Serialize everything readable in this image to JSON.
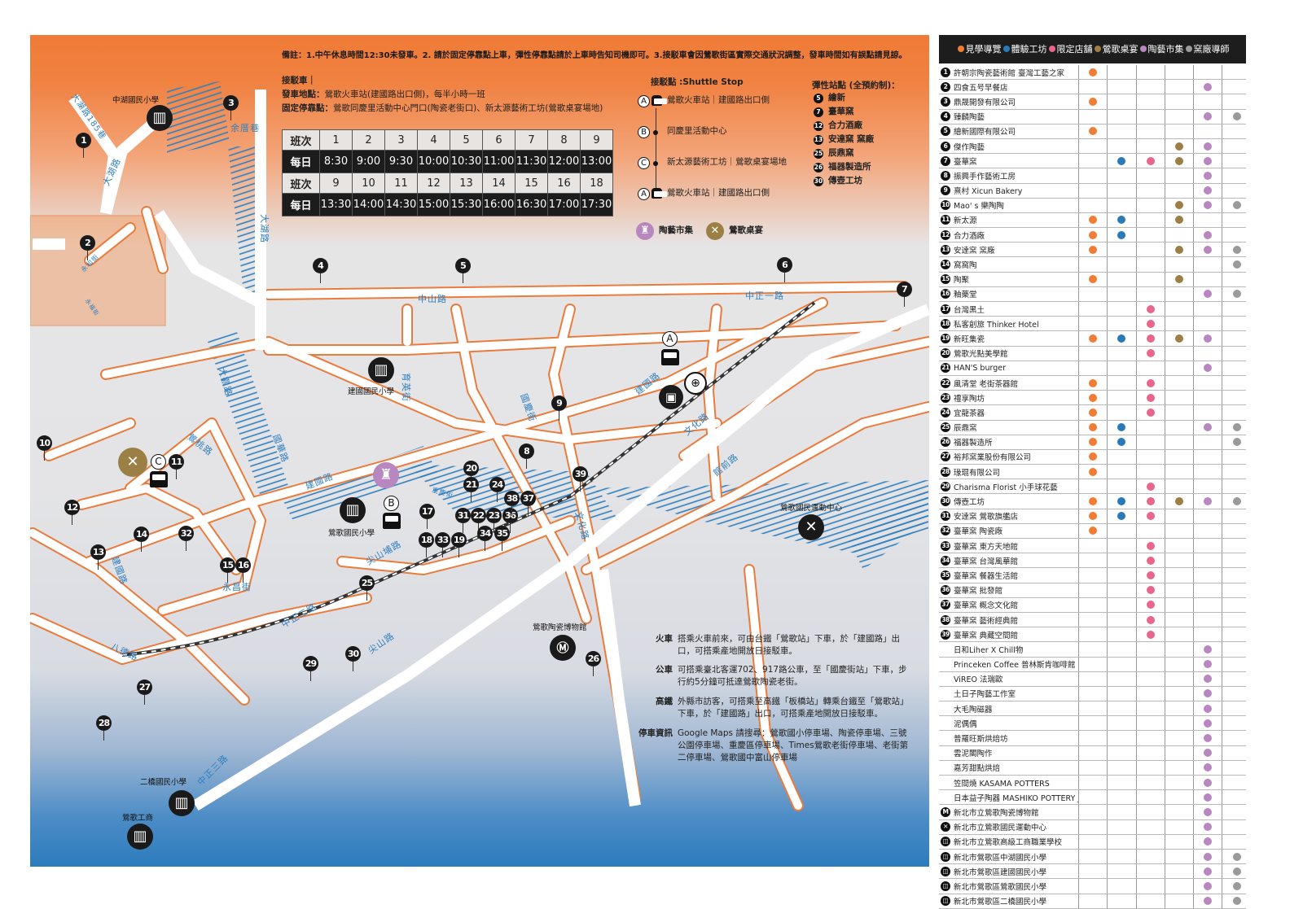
{
  "colors": {
    "orange": "#f07c35",
    "blue": "#2a7ab8",
    "pink": "#e8658c",
    "gold": "#9b7f45",
    "violet": "#b887c0",
    "gray": "#9a9a9a"
  },
  "notice": "備註：1.中午休息時間12:30未發車。2. 請於固定停靠點上車，彈性停靠點請於上車時告知司機即可。3.接駁車會因鶯歌街區實際交通狀況調整，發車時間如有誤點請見諒。",
  "shuttle": {
    "title": "接駁車｜",
    "depart_label": "發車地點：",
    "depart": "鶯歌火車站(建國路出口側)，每半小時一班",
    "fixed_label": "固定停靠點：",
    "fixed": "鶯歌同慶里活動中心門口(陶瓷老街口)、新太源藝術工坊(鶯歌桌宴場地)",
    "schedule": {
      "row_label": "班次",
      "day_label": "每日",
      "runs1": [
        "1",
        "2",
        "3",
        "4",
        "5",
        "6",
        "7",
        "8",
        "9"
      ],
      "times1": [
        "8:30",
        "9:00",
        "9:30",
        "10:00",
        "10:30",
        "11:00",
        "11:30",
        "12:00",
        "13:00"
      ],
      "runs2": [
        "9",
        "10",
        "11",
        "12",
        "13",
        "14",
        "15",
        "16",
        "18"
      ],
      "times2": [
        "13:30",
        "14:00",
        "14:30",
        "15:00",
        "15:30",
        "16:00",
        "16:30",
        "17:00",
        "17:30"
      ]
    },
    "stops_title": "接駁點 :Shuttle Stop",
    "stops": [
      {
        "letter": "A",
        "name": "鶯歌火車站｜建國路出口側"
      },
      {
        "letter": "B",
        "name": "同慶里活動中心"
      },
      {
        "letter": "C",
        "name": "新太源藝術工坊｜鶯歌桌宴場地"
      },
      {
        "letter": "A",
        "name": "鶯歌火車站｜建國路出口側"
      }
    ],
    "flex_title": "彈性站點 (全預約制)：",
    "flex": [
      {
        "n": "5",
        "name": "繪新"
      },
      {
        "n": "7",
        "name": "臺華窯"
      },
      {
        "n": "12",
        "name": "合力酒廠"
      },
      {
        "n": "13",
        "name": "安達窯 窯廠"
      },
      {
        "n": "25",
        "name": "辰鼎窯"
      },
      {
        "n": "26",
        "name": "福器製造所"
      },
      {
        "n": "30",
        "name": "傳壺工坊"
      }
    ],
    "legend_market": "陶藝市集",
    "legend_banquet": "鶯歌桌宴"
  },
  "markers": [
    "1",
    "2",
    "3",
    "4",
    "5",
    "6",
    "7",
    "8",
    "9",
    "10",
    "11",
    "12",
    "13",
    "14",
    "15",
    "16",
    "17",
    "18",
    "19",
    "20",
    "21",
    "22",
    "23",
    "24",
    "25",
    "26",
    "27",
    "28",
    "29",
    "30",
    "31",
    "32",
    "33",
    "34",
    "35",
    "36",
    "37",
    "38",
    "39"
  ],
  "places": {
    "zhonghu": "中湖國民小學",
    "jianguo": "建國國民小學",
    "yingge": "鶯歌國民小學",
    "museum": "鶯歌陶瓷博物館",
    "sports": "鶯歌國民運動中心",
    "erqiao": "二橋國民小學",
    "vocational": "鶯歌工商"
  },
  "streets": {
    "dahu185": "大湖路185巷",
    "dahu": "大湖路",
    "yucuo": "余厝巷",
    "yonghe": "永和街",
    "yongfu": "永福街",
    "zhongshan": "中山路",
    "zhongzheng1": "中正一路",
    "daguan": "大觀路",
    "yuying": "育英街",
    "guoqing": "國慶街",
    "jianguo": "建國路",
    "wenhua": "文化路",
    "guanqian": "館前路",
    "yingtao": "鶯桃路",
    "guohua": "國華路",
    "chongqing": "重慶街",
    "jianshanpu": "尖山埔路",
    "yongchang": "永昌街",
    "zhongzheng2": "中正二路",
    "bade": "八德路",
    "jianshan": "尖山路",
    "zhongzheng3": "中正三路"
  },
  "transport": [
    {
      "label": "火車",
      "text": "搭乘火車前來，可由台鐵「鶯歌站」下車，於「建國路」出口，可搭乘產地開放日接駁車。"
    },
    {
      "label": "公車",
      "text": "可搭乘臺北客運702、917路公車，至「國慶街站」下車，步行約5分鐘可抵達鶯歌陶瓷老街。"
    },
    {
      "label": "高鐵",
      "text": "外縣市訪客，可搭乘至高鐵「板橋站」轉乘台鐵至「鶯歌站」下車，於「建國路」出口，可搭乘產地開放日接駁車。"
    },
    {
      "label": "停車資訊",
      "text": "Google Maps 請搜尋：鶯歌國小停車場、陶瓷停車場、三號公園停車場、重慶區停車場、Times鶯歌老街停車場、老街第二停車場、鶯歌國中富山停車場"
    }
  ],
  "legend": [
    {
      "label": "見學導覽",
      "color": "#f07c35"
    },
    {
      "label": "體驗工坊",
      "color": "#2a7ab8"
    },
    {
      "label": "限定店舖",
      "color": "#e8658c"
    },
    {
      "label": "鶯歌桌宴",
      "color": "#9b7f45"
    },
    {
      "label": "陶藝市集",
      "color": "#b887c0"
    },
    {
      "label": "窯廠導師",
      "color": "#9a9a9a"
    }
  ],
  "rows": [
    {
      "num": "1",
      "name": "許朝宗陶瓷藝術館 臺灣工藝之家",
      "dots": [
        1,
        0,
        0,
        0,
        0,
        0
      ]
    },
    {
      "num": "2",
      "name": "四食五号早餐店",
      "dots": [
        0,
        0,
        0,
        0,
        1,
        0
      ]
    },
    {
      "num": "3",
      "name": "鼎晟開發有限公司",
      "dots": [
        1,
        0,
        0,
        0,
        0,
        0
      ]
    },
    {
      "num": "4",
      "name": "臻麟陶藝",
      "dots": [
        0,
        0,
        0,
        0,
        1,
        1
      ]
    },
    {
      "num": "5",
      "name": "繪新國際有限公司",
      "dots": [
        1,
        0,
        0,
        0,
        0,
        0
      ]
    },
    {
      "num": "6",
      "name": "傑作陶藝",
      "dots": [
        0,
        0,
        0,
        1,
        1,
        0
      ]
    },
    {
      "num": "7",
      "name": "臺華窯",
      "dots": [
        0,
        1,
        1,
        1,
        1,
        0
      ]
    },
    {
      "num": "8",
      "name": "振興手作藝術工房",
      "dots": [
        0,
        0,
        0,
        0,
        1,
        0
      ]
    },
    {
      "num": "9",
      "name": "熹村 Xicun Bakery",
      "dots": [
        0,
        0,
        0,
        0,
        1,
        0
      ]
    },
    {
      "num": "10",
      "name": "Mao' s 樂陶陶",
      "dots": [
        0,
        0,
        0,
        1,
        1,
        1
      ]
    },
    {
      "num": "11",
      "name": "新太源",
      "dots": [
        1,
        1,
        0,
        1,
        0,
        0
      ]
    },
    {
      "num": "12",
      "name": "合力酒廠",
      "dots": [
        1,
        1,
        0,
        0,
        1,
        0
      ]
    },
    {
      "num": "13",
      "name": "安達窯 窯廠",
      "dots": [
        1,
        0,
        0,
        1,
        1,
        1
      ]
    },
    {
      "num": "14",
      "name": "窩窩陶",
      "dots": [
        0,
        0,
        0,
        0,
        0,
        1
      ]
    },
    {
      "num": "15",
      "name": "陶聚",
      "dots": [
        1,
        0,
        0,
        1,
        0,
        0
      ]
    },
    {
      "num": "16",
      "name": "釉藥堂",
      "dots": [
        0,
        0,
        0,
        0,
        1,
        1
      ]
    },
    {
      "num": "17",
      "name": "台灣黑土",
      "dots": [
        0,
        0,
        1,
        0,
        0,
        0
      ]
    },
    {
      "num": "18",
      "name": "私客創旅 Thinker Hotel",
      "dots": [
        0,
        0,
        1,
        0,
        0,
        0
      ]
    },
    {
      "num": "19",
      "name": "新旺集瓷",
      "dots": [
        1,
        1,
        1,
        1,
        1,
        0
      ]
    },
    {
      "num": "20",
      "name": "鶯歌光點美學館",
      "dots": [
        0,
        0,
        1,
        0,
        0,
        0
      ]
    },
    {
      "num": "21",
      "name": "HAN'S burger",
      "dots": [
        0,
        0,
        0,
        0,
        1,
        0
      ]
    },
    {
      "num": "22",
      "name": "風清堂 老街茶器館",
      "dots": [
        1,
        0,
        1,
        0,
        0,
        0
      ]
    },
    {
      "num": "23",
      "name": "禮享陶坊",
      "dots": [
        1,
        0,
        1,
        0,
        0,
        0
      ]
    },
    {
      "num": "24",
      "name": "宜龍茶器",
      "dots": [
        1,
        0,
        1,
        0,
        0,
        0
      ]
    },
    {
      "num": "25",
      "name": "辰鼎窯",
      "dots": [
        1,
        1,
        0,
        0,
        1,
        1
      ]
    },
    {
      "num": "26",
      "name": "福器製造所",
      "dots": [
        1,
        1,
        0,
        0,
        0,
        1
      ]
    },
    {
      "num": "27",
      "name": "裕邦窯業股份有限公司",
      "dots": [
        1,
        0,
        0,
        0,
        0,
        0
      ]
    },
    {
      "num": "28",
      "name": "瑑琨有限公司",
      "dots": [
        1,
        0,
        0,
        0,
        0,
        0
      ]
    },
    {
      "num": "29",
      "name": "Charisma Florist 小手球花藝",
      "dots": [
        0,
        0,
        1,
        0,
        0,
        0
      ]
    },
    {
      "num": "30",
      "name": "傳壺工坊",
      "dots": [
        1,
        1,
        1,
        1,
        1,
        1
      ]
    },
    {
      "num": "31",
      "name": "安達窯 鶯歌旗艦店",
      "dots": [
        1,
        1,
        1,
        0,
        0,
        0
      ]
    },
    {
      "num": "32",
      "name": "臺華窯 陶瓷廠",
      "dots": [
        1,
        0,
        0,
        0,
        0,
        0
      ]
    },
    {
      "num": "33",
      "name": "臺華窯 東方天地館",
      "dots": [
        0,
        0,
        1,
        0,
        0,
        0
      ]
    },
    {
      "num": "34",
      "name": "臺華窯 台灣風華館",
      "dots": [
        0,
        0,
        1,
        0,
        0,
        0
      ]
    },
    {
      "num": "35",
      "name": "臺華窯 餐器生活館",
      "dots": [
        0,
        0,
        1,
        0,
        0,
        0
      ]
    },
    {
      "num": "36",
      "name": "臺華窯 批發館",
      "dots": [
        0,
        0,
        1,
        0,
        0,
        0
      ]
    },
    {
      "num": "37",
      "name": "臺華窯 概念文化館",
      "dots": [
        0,
        0,
        1,
        0,
        0,
        0
      ]
    },
    {
      "num": "38",
      "name": "臺華窯 藝術經典館",
      "dots": [
        0,
        0,
        1,
        0,
        0,
        0
      ]
    },
    {
      "num": "39",
      "name": "臺華窯 典藏空間館",
      "dots": [
        0,
        0,
        1,
        0,
        0,
        0
      ]
    },
    {
      "num": "",
      "name": "日和Liher X Chill物",
      "dots": [
        0,
        0,
        0,
        0,
        1,
        0
      ]
    },
    {
      "num": "",
      "name": "Princeken Coffee 普林斯肯咖啡館",
      "dots": [
        0,
        0,
        0,
        0,
        1,
        0
      ]
    },
    {
      "num": "",
      "name": "ViREO 法瑞歐",
      "dots": [
        0,
        0,
        0,
        0,
        1,
        0
      ]
    },
    {
      "num": "",
      "name": "土日子陶藝工作室",
      "dots": [
        0,
        0,
        0,
        0,
        1,
        0
      ]
    },
    {
      "num": "",
      "name": "大毛陶磁器",
      "dots": [
        0,
        0,
        0,
        0,
        1,
        0
      ]
    },
    {
      "num": "",
      "name": "泥偶偶",
      "dots": [
        0,
        0,
        0,
        0,
        1,
        0
      ]
    },
    {
      "num": "",
      "name": "普羅旺斯烘焙坊",
      "dots": [
        0,
        0,
        0,
        0,
        1,
        0
      ]
    },
    {
      "num": "",
      "name": "雲泥閣陶作",
      "dots": [
        0,
        0,
        0,
        0,
        1,
        0
      ]
    },
    {
      "num": "",
      "name": "嘉芳甜點烘焙",
      "dots": [
        0,
        0,
        0,
        0,
        1,
        0
      ]
    },
    {
      "num": "",
      "name": "笠間燒 KASAMA POTTERS",
      "dots": [
        0,
        0,
        0,
        0,
        1,
        0
      ]
    },
    {
      "num": "",
      "name": "日本益子陶器 MASHIKO POTTERY JAPAN",
      "dots": [
        0,
        0,
        0,
        0,
        1,
        0
      ]
    },
    {
      "num": "M",
      "name": "新北市立鶯歌陶瓷博物館",
      "dots": [
        0,
        0,
        0,
        0,
        1,
        0
      ]
    },
    {
      "num": "✕",
      "name": "新北市立鶯歌國民運動中心",
      "dots": [
        0,
        0,
        0,
        0,
        1,
        0
      ]
    },
    {
      "num": "◫",
      "name": "新北市立鶯歌高級工商職業學校",
      "dots": [
        0,
        0,
        0,
        0,
        1,
        0
      ]
    },
    {
      "num": "◫",
      "name": "新北市鶯歌區中湖國民小學",
      "dots": [
        0,
        0,
        0,
        0,
        1,
        1
      ]
    },
    {
      "num": "◫",
      "name": "新北市鶯歌區建國國民小學",
      "dots": [
        0,
        0,
        0,
        0,
        1,
        1
      ]
    },
    {
      "num": "◫",
      "name": "新北市鶯歌區鶯歌國民小學",
      "dots": [
        0,
        0,
        0,
        0,
        1,
        1
      ]
    },
    {
      "num": "◫",
      "name": "新北市鶯歌區二橋國民小學",
      "dots": [
        0,
        0,
        0,
        0,
        1,
        1
      ]
    }
  ]
}
